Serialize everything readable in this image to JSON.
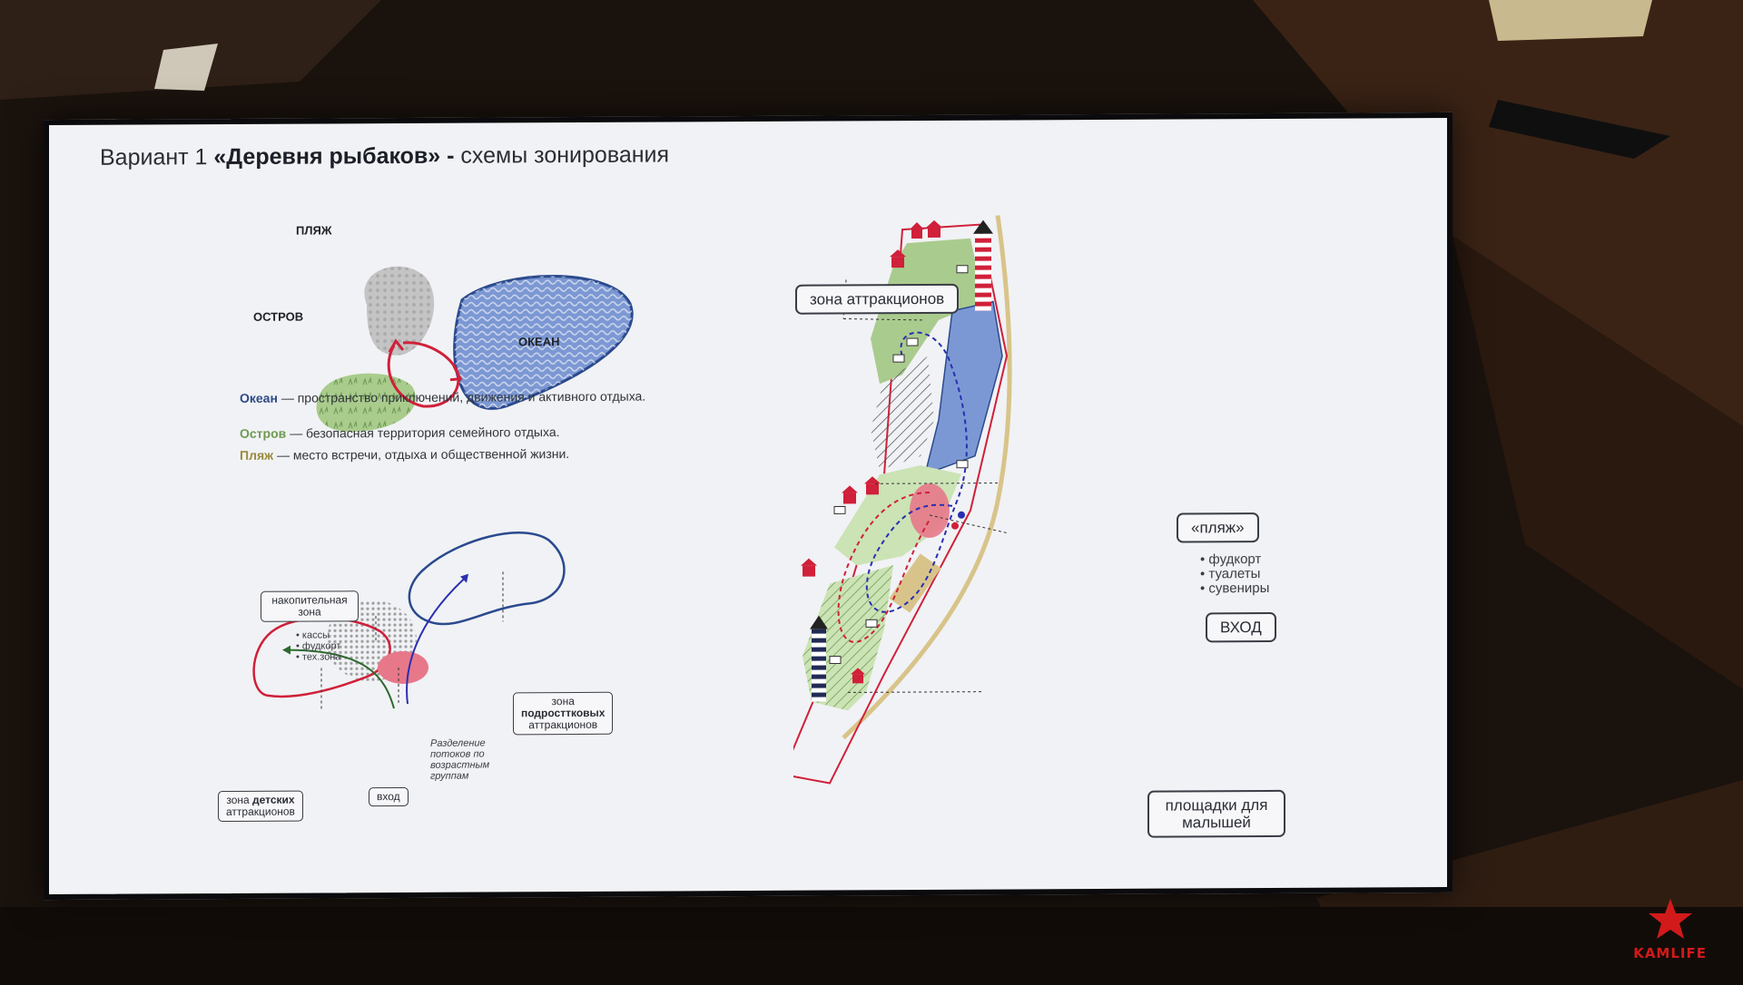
{
  "slide": {
    "title_pre": "Вариант 1 ",
    "title_bold": "«Деревня рыбаков» -",
    "title_post": " схемы зонирования"
  },
  "diagram_top": {
    "beach_label": "ПЛЯЖ",
    "island_label": "ОСТРОВ",
    "ocean_label": "ОКЕАН"
  },
  "legend": [
    {
      "key": "Океан",
      "text": " — пространство приключений, движения и активного отдыха.",
      "color": "#2d4a86"
    },
    {
      "key": "Остров",
      "text": " — безопасная территория семейного отдыха.",
      "color": "#6f9a52"
    },
    {
      "key": "Пляж",
      "text": " — место встречи, отдыха и общественной жизни.",
      "color": "#9a8a3a"
    }
  ],
  "diagram_bottom": {
    "storage_zone": "накопительная зона",
    "storage_items": [
      "кассы",
      "фудкорт",
      "тех.зона"
    ],
    "teen_zone_pre": "зона",
    "teen_zone_bold": "подросттковых",
    "teen_zone_post": "аттракционов",
    "kids_zone_pre": "зона ",
    "kids_zone_bold": "детских",
    "kids_zone_post": "аттракционов",
    "entrance": "вход",
    "flow_note": "Разделение потоков по возрастным группам"
  },
  "map": {
    "attractions_zone": "зона аттракционов",
    "beach": "«пляж»",
    "beach_items": [
      "фудкорт",
      "туалеты",
      "сувениры"
    ],
    "entrance": "ВХОД",
    "kids_playgrounds": "площадки для малышей"
  },
  "watermark": "KAMLIFE",
  "colors": {
    "ocean": "#5b7ec4",
    "island": "#9cc385",
    "beach": "#b8b8b8",
    "accent_red": "#d0203a",
    "sand": "#d8c48a"
  }
}
